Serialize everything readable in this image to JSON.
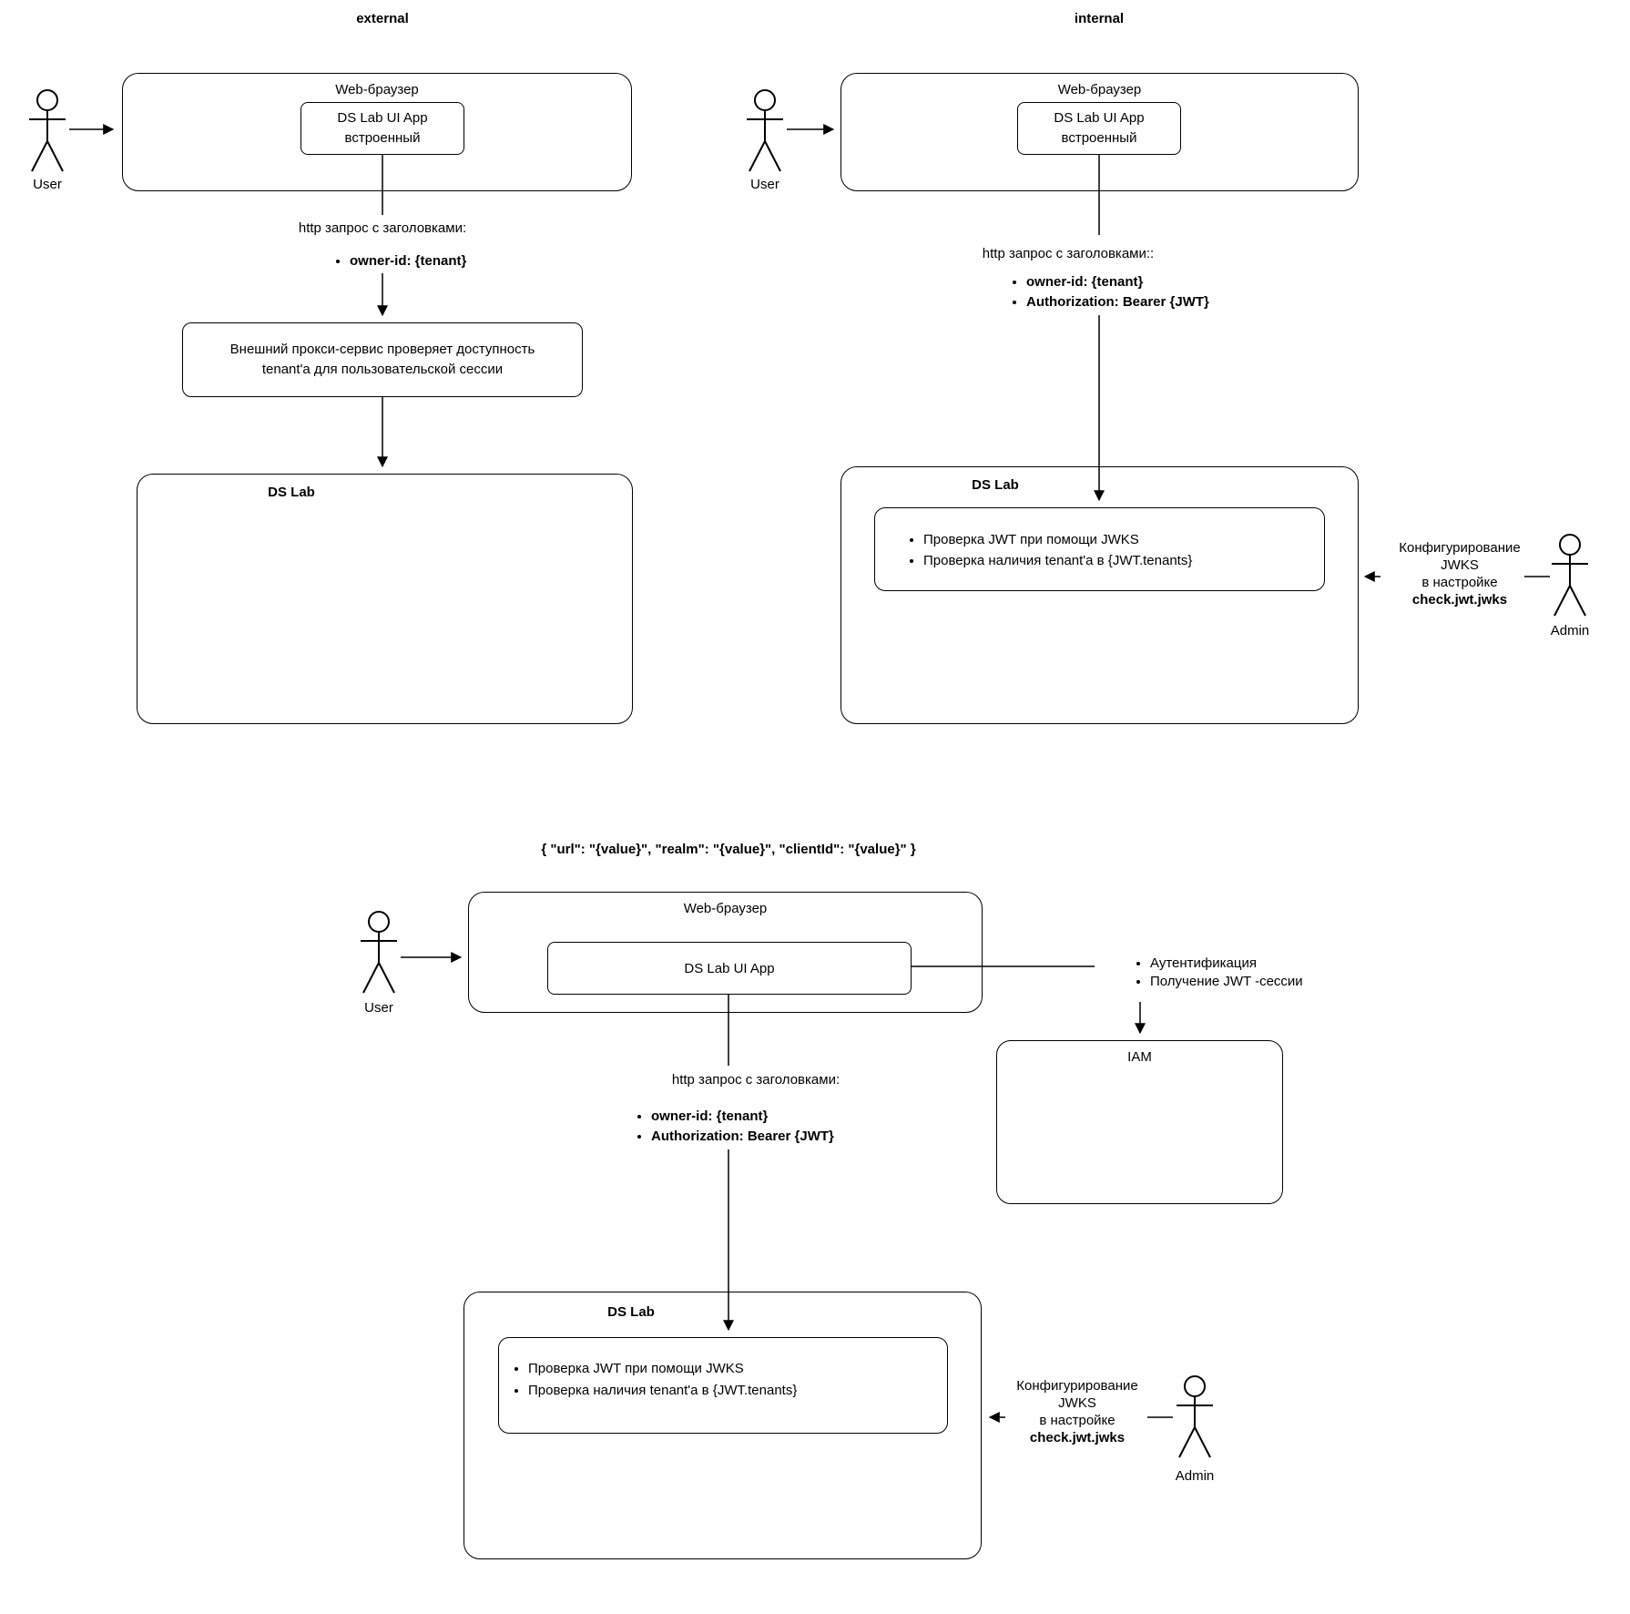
{
  "diagram": {
    "external": {
      "section_title": "external",
      "user_label": "User",
      "browser_title": "Web-браузер",
      "app_title_line1": "DS Lab UI App",
      "app_title_line2": "встроенный",
      "request_label": "http запрос с заголовками:",
      "request_headers": [
        "owner-id: {tenant}"
      ],
      "proxy_line1": "Внешний прокси-сервис проверяет доступность",
      "proxy_line2": "tenant'а для пользовательской сессии",
      "dslab_title": "DS Lab"
    },
    "internal": {
      "section_title": "internal",
      "user_label": "User",
      "browser_title": "Web-браузер",
      "app_title_line1": "DS Lab UI App",
      "app_title_line2": "встроенный",
      "request_label": "http запрос с заголовками::",
      "request_headers": [
        "owner-id: {tenant}",
        "Authorization: Bearer {JWT}"
      ],
      "dslab_title": "DS Lab",
      "jwt_checks": [
        "Проверка JWT при помощи JWKS",
        "Проверка наличия tenant'а в {JWT.tenants}"
      ],
      "admin_note_line1": "Конфигурирование",
      "admin_note_line2": "JWKS",
      "admin_note_line3": "в настройке",
      "admin_note_line4": "check.jwt.jwks",
      "admin_label": "Admin"
    },
    "sso": {
      "config_header": "{ \"url\": \"{value}\", \"realm\": \"{value}\", \"clientId\": \"{value}\" }",
      "user_label": "User",
      "browser_title": "Web-браузер",
      "app_title": "DS Lab UI App",
      "request_label": "http запрос с заголовками:",
      "request_headers": [
        "owner-id: {tenant}",
        "Authorization: Bearer {JWT}"
      ],
      "iam_steps": [
        "Аутентификация",
        "Получение JWT -сессии"
      ],
      "iam_title": "IAM",
      "dslab_title": "DS Lab",
      "jwt_checks": [
        "Проверка JWT при помощи JWKS",
        "Проверка наличия tenant'а в {JWT.tenants}"
      ],
      "admin_note_line1": "Конфигурирование",
      "admin_note_line2": "JWKS",
      "admin_note_line3": "в настройке",
      "admin_note_line4": "check.jwt.jwks",
      "admin_label": "Admin"
    }
  }
}
